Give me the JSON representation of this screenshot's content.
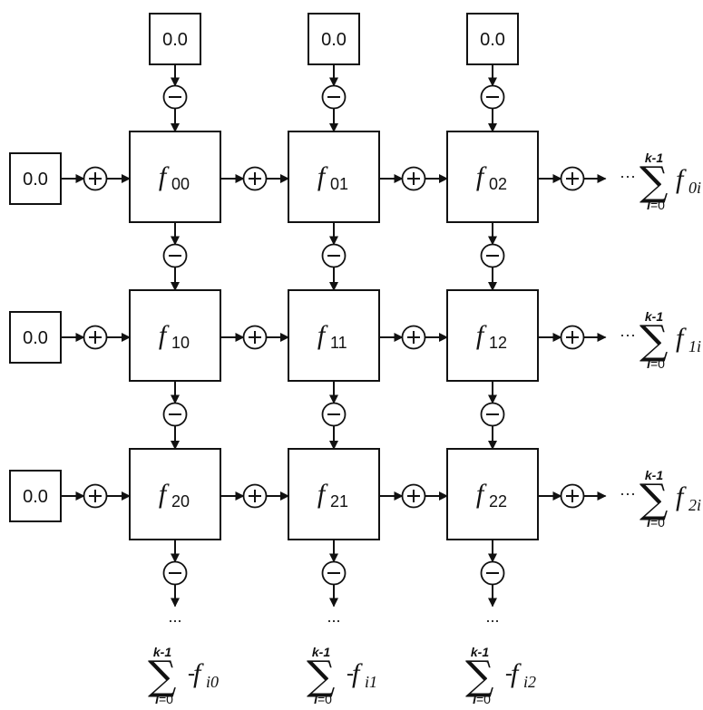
{
  "diagram": {
    "title": "Grid of f blocks with row and column accumulators",
    "initial_value": "0.0",
    "adder_symbol": "+",
    "subtractor_symbol": "−",
    "ellipsis": "···",
    "vertical_ellipsis": "...",
    "colors": {
      "stroke": "#111111",
      "fill": "#ffffff"
    },
    "cells": [
      [
        {
          "f": "f",
          "sub": "00"
        },
        {
          "f": "f",
          "sub": "01"
        },
        {
          "f": "f",
          "sub": "02"
        }
      ],
      [
        {
          "f": "f",
          "sub": "10"
        },
        {
          "f": "f",
          "sub": "11"
        },
        {
          "f": "f",
          "sub": "12"
        }
      ],
      [
        {
          "f": "f",
          "sub": "20"
        },
        {
          "f": "f",
          "sub": "21"
        },
        {
          "f": "f",
          "sub": "22"
        }
      ]
    ],
    "row_outputs": [
      {
        "upper": "k-1",
        "lower_var": "i",
        "lower_rest": "=0",
        "prefix": "",
        "f": "f",
        "sub": "0i"
      },
      {
        "upper": "k-1",
        "lower_var": "i",
        "lower_rest": "=0",
        "prefix": "",
        "f": "f",
        "sub": "1i"
      },
      {
        "upper": "k-1",
        "lower_var": "i",
        "lower_rest": "=0",
        "prefix": "",
        "f": "f",
        "sub": "2i"
      }
    ],
    "column_outputs": [
      {
        "upper": "k-1",
        "lower_var": "i",
        "lower_rest": "=0",
        "prefix": "-",
        "f": "f",
        "sub": "i0"
      },
      {
        "upper": "k-1",
        "lower_var": "i",
        "lower_rest": "=0",
        "prefix": "-",
        "f": "f",
        "sub": "i1"
      },
      {
        "upper": "k-1",
        "lower_var": "i",
        "lower_rest": "=0",
        "prefix": "-",
        "f": "f",
        "sub": "i2"
      }
    ]
  }
}
